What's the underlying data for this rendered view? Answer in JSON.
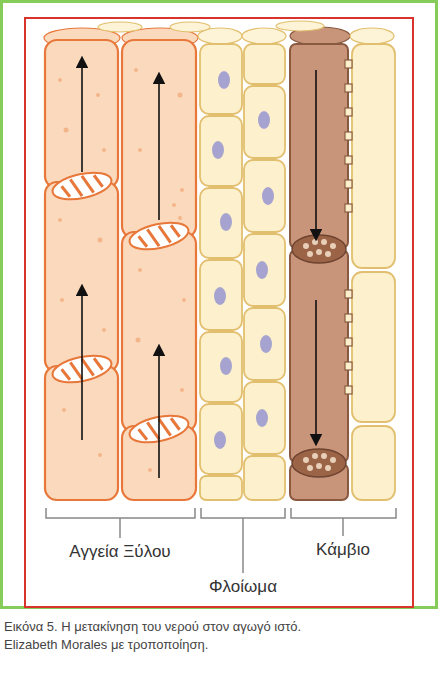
{
  "diagram": {
    "caption": "Εικόνα 5. Η μετακίνηση του νερού στον αγωγό ιστό. Elizabeth Morales με τροποποίηση.",
    "labels": [
      "Αγγεία Ξύλου",
      "Φλοίωμα",
      "Κάμβιο"
    ]
  }
}
